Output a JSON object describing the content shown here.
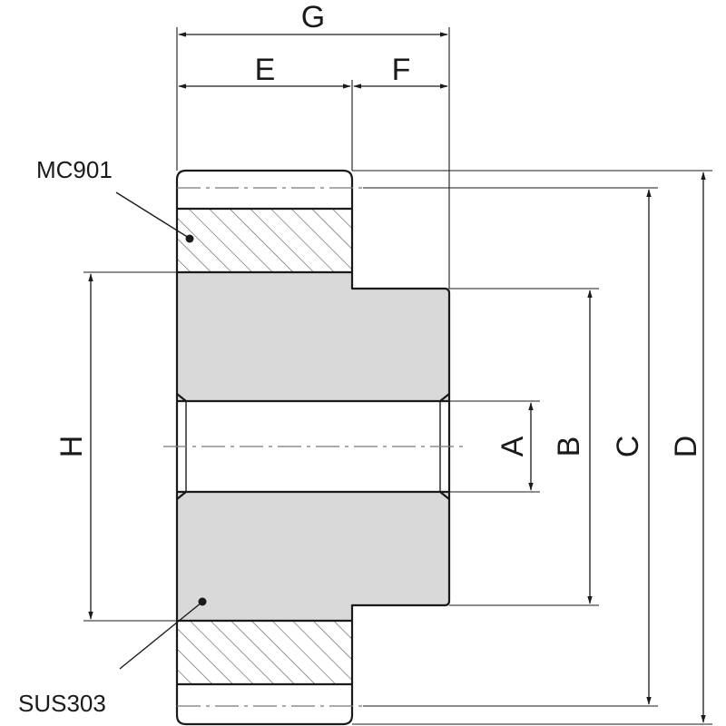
{
  "dimensions": {
    "A": "A",
    "B": "B",
    "C": "C",
    "D": "D",
    "E": "E",
    "F": "F",
    "G": "G",
    "H": "H"
  },
  "materials": {
    "rim": "MC901",
    "hub": "SUS303"
  },
  "colors": {
    "line": "#1a1a1a",
    "hub_fill": "#d9d9d9",
    "hatch": "#555555",
    "centerline": "#777777"
  }
}
